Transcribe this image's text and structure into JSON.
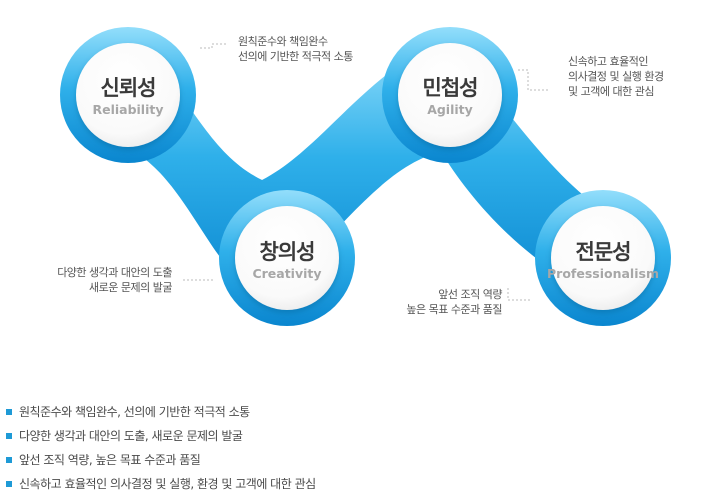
{
  "nodes": [
    {
      "id": "reliability",
      "title": "신뢰성",
      "subtitle": "Reliability",
      "note": [
        "원칙준수와 책임완수",
        "선의에 기반한 적극적 소통"
      ]
    },
    {
      "id": "agility",
      "title": "민첩성",
      "subtitle": "Agility",
      "note": [
        "신속하고 효율적인",
        "의사결정 및 실행 환경",
        "및 고객에 대한 관심"
      ]
    },
    {
      "id": "creativity",
      "title": "창의성",
      "subtitle": "Creativity",
      "note": [
        "다양한 생각과 대안의 도출",
        "새로운 문제의 발굴"
      ]
    },
    {
      "id": "professionalism",
      "title": "전문성",
      "subtitle": "Professionalism",
      "note": [
        "앞선 조직 역량",
        "높은 목표 수준과 품질"
      ]
    }
  ],
  "bullets": [
    "원칙준수와 책임완수, 선의에 기반한 적극적 소통",
    "다양한 생각과 대안의 도출, 새로운 문제의 발굴",
    "앞선 조직 역량, 높은 목표 수준과 품질",
    "신속하고 효율적인 의사결정 및 실행, 환경 및 고객에 대한 관심"
  ],
  "colors": {
    "accent": "#1e9ad6",
    "band_light": "#8fdcfb",
    "band_dark": "#0a86cf",
    "title": "#3a3a3a",
    "subtitle": "#a7a7a7",
    "leader": "#bbbbbb"
  }
}
